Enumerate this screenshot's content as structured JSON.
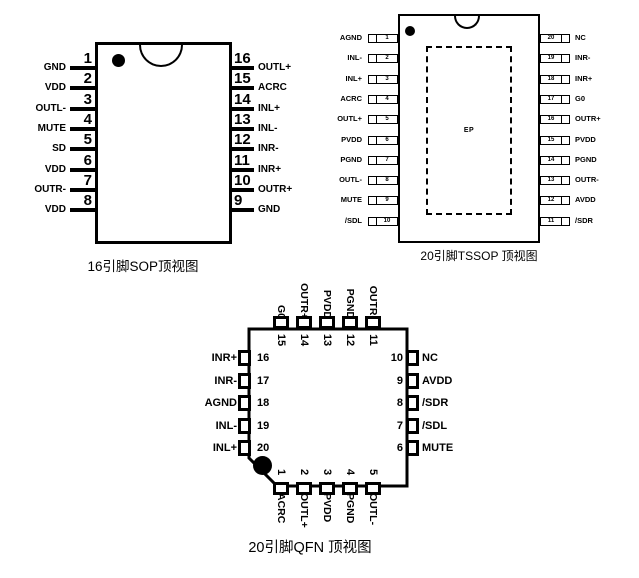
{
  "page": {
    "background": "#ffffff",
    "ink": "#000000"
  },
  "sop": {
    "caption": "16引脚SOP顶视图",
    "left_pins": [
      {
        "num": "1",
        "label": "GND"
      },
      {
        "num": "2",
        "label": "VDD"
      },
      {
        "num": "3",
        "label": "OUTL-"
      },
      {
        "num": "4",
        "label": "MUTE"
      },
      {
        "num": "5",
        "label": "SD"
      },
      {
        "num": "6",
        "label": "VDD"
      },
      {
        "num": "7",
        "label": "OUTR-"
      },
      {
        "num": "8",
        "label": "VDD"
      }
    ],
    "right_pins": [
      {
        "num": "16",
        "label": "OUTL+"
      },
      {
        "num": "15",
        "label": "ACRC"
      },
      {
        "num": "14",
        "label": "INL+"
      },
      {
        "num": "13",
        "label": "INL-"
      },
      {
        "num": "12",
        "label": "INR-"
      },
      {
        "num": "11",
        "label": "INR+"
      },
      {
        "num": "10",
        "label": "OUTR+"
      },
      {
        "num": "9",
        "label": "GND"
      }
    ]
  },
  "tssop": {
    "caption": "20引脚TSSOP 顶视图",
    "ep_label": "EP",
    "left_pins": [
      {
        "num": "1",
        "label": "AGND"
      },
      {
        "num": "2",
        "label": "INL-"
      },
      {
        "num": "3",
        "label": "INL+"
      },
      {
        "num": "4",
        "label": "ACRC"
      },
      {
        "num": "5",
        "label": "OUTL+"
      },
      {
        "num": "6",
        "label": "PVDD"
      },
      {
        "num": "7",
        "label": "PGND"
      },
      {
        "num": "8",
        "label": "OUTL-"
      },
      {
        "num": "9",
        "label": "MUTE"
      },
      {
        "num": "10",
        "label": "/SDL"
      }
    ],
    "right_pins": [
      {
        "num": "20",
        "label": "NC"
      },
      {
        "num": "19",
        "label": "INR-"
      },
      {
        "num": "18",
        "label": "INR+"
      },
      {
        "num": "17",
        "label": "G0"
      },
      {
        "num": "16",
        "label": "OUTR+"
      },
      {
        "num": "15",
        "label": "PVDD"
      },
      {
        "num": "14",
        "label": "PGND"
      },
      {
        "num": "13",
        "label": "OUTR-"
      },
      {
        "num": "12",
        "label": "AVDD"
      },
      {
        "num": "11",
        "label": "/SDR"
      }
    ]
  },
  "qfn": {
    "caption": "20引脚QFN 顶视图",
    "top_pins": [
      {
        "num": "15",
        "label": "G0"
      },
      {
        "num": "14",
        "label": "OUTR+"
      },
      {
        "num": "13",
        "label": "PVDD"
      },
      {
        "num": "12",
        "label": "PGND"
      },
      {
        "num": "11",
        "label": "OUTR-"
      }
    ],
    "left_pins": [
      {
        "num": "16",
        "label": "INR+"
      },
      {
        "num": "17",
        "label": "INR-"
      },
      {
        "num": "18",
        "label": "AGND"
      },
      {
        "num": "19",
        "label": "INL-"
      },
      {
        "num": "20",
        "label": "INL+"
      }
    ],
    "right_pins": [
      {
        "num": "10",
        "label": "NC"
      },
      {
        "num": "9",
        "label": "AVDD"
      },
      {
        "num": "8",
        "label": "/SDR"
      },
      {
        "num": "7",
        "label": "/SDL"
      },
      {
        "num": "6",
        "label": "MUTE"
      }
    ],
    "bottom_pins": [
      {
        "num": "1",
        "label": "ACRC"
      },
      {
        "num": "2",
        "label": "OUTL+"
      },
      {
        "num": "3",
        "label": "PVDD"
      },
      {
        "num": "4",
        "label": "PGND"
      },
      {
        "num": "5",
        "label": "OUTL-"
      }
    ]
  }
}
